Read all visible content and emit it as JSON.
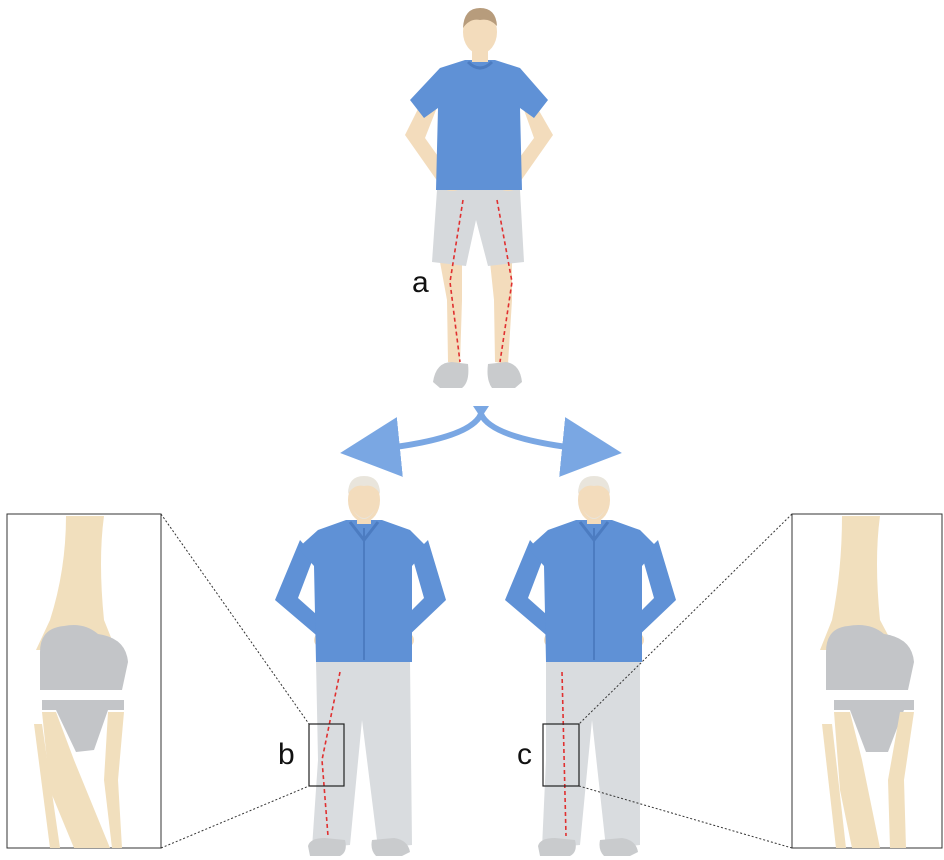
{
  "labels": {
    "a": "a",
    "b": "b",
    "c": "c"
  },
  "colors": {
    "skin": "#f3dcbc",
    "shirt": "#5f91d6",
    "shirt_shadow": "#4c7cc1",
    "shorts": "#d6d9dc",
    "trousers": "#d9dcdf",
    "shoe": "#c9cbcd",
    "hair_young": "#b79c7c",
    "hair_old": "#e9e5dc",
    "bone": "#f1dfbd",
    "implant": "#c3c5c8",
    "implant_dark": "#a9acb0",
    "alignment_line": "#e03030",
    "arrow": "#7aa7e3",
    "frame": "#333333"
  },
  "icons": {
    "young_person": "person-young-icon",
    "older_person_varus": "person-older-varus-icon",
    "older_person_aligned": "person-older-aligned-icon",
    "knee_implant_left": "knee-implant-icon",
    "knee_implant_right": "knee-implant-icon",
    "split_arrow": "split-arrow-icon"
  }
}
